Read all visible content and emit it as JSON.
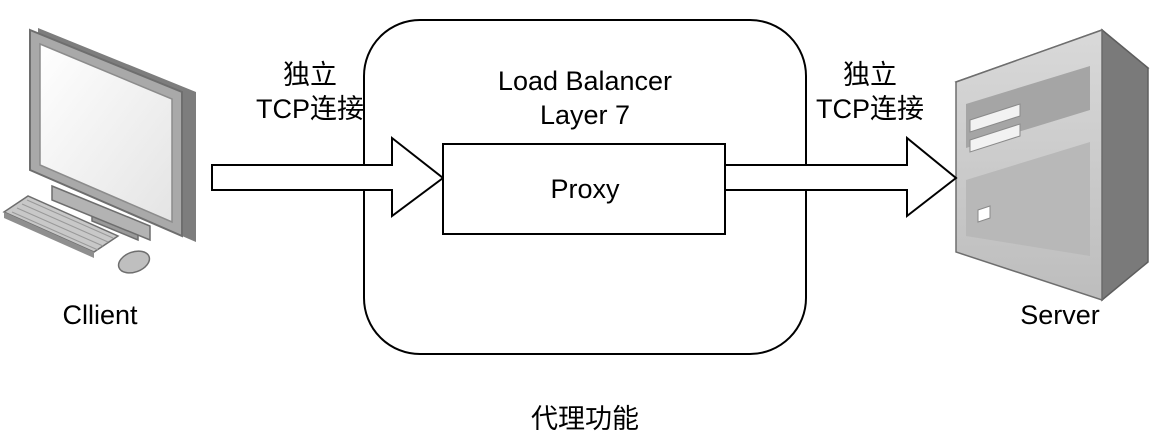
{
  "client": {
    "label": "Cllient",
    "icon": "desktop-computer-icon"
  },
  "server": {
    "label": "Server",
    "icon": "tower-server-icon"
  },
  "left_arrow": {
    "line1": "独立",
    "line2": "TCP连接"
  },
  "right_arrow": {
    "line1": "独立",
    "line2": "TCP连接"
  },
  "load_balancer": {
    "line1": "Load Balancer",
    "line2": "Layer 7"
  },
  "proxy": {
    "label": "Proxy"
  },
  "caption": "代理功能"
}
